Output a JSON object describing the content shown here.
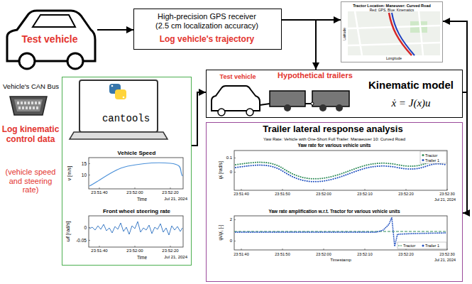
{
  "diagram": {
    "nodes": [
      {
        "text": [
          "Test vehicle"
        ]
      },
      {
        "text": [
          "High-precision GPS receiver (2.5 cm localization accuracy)",
          "Log vehicle's trajectory"
        ]
      },
      {
        "text": [
          "Tractor Location: Maneuver: Curved Road",
          "Red: GPS, Blue: Kinematics"
        ]
      },
      {
        "text": [
          "cantools"
        ]
      },
      {
        "text": [
          "Vehicle Speed"
        ],
        "in": 3
      },
      {
        "text": [
          "Front wheel steering rate"
        ],
        "in": 3
      },
      {
        "text": [
          "Test vehicle",
          "Hypothetical trailers",
          "Kinematic model",
          "ẋ = J(x)u"
        ]
      },
      {
        "text": [
          "Trailer lateral response analysis"
        ]
      },
      {
        "text": [
          "Yaw Rate: Vehicle with One-Short Full Trailer: Manaeuver 10: Curved Road",
          "Yaw rate for various vehicle units"
        ],
        "in": 7
      },
      {
        "text": [
          "Yaw rate amplification w.r.t. Tractor for various vehicle units"
        ],
        "in": 7
      }
    ],
    "edges": [
      {
        "from": 0,
        "to": 1,
        "arrow": "to"
      },
      {
        "from": 1,
        "to": 2,
        "arrow": "to"
      },
      {
        "from": 1,
        "to": 6,
        "arrow": "to"
      },
      {
        "from": 3,
        "to": 6,
        "arrow": "to"
      },
      {
        "from": 6,
        "to": 2,
        "arrow": "to"
      },
      {
        "from": 6,
        "to": 7,
        "arrow": "to"
      }
    ],
    "labels": [
      "Vehicle's CAN Bus",
      "Log kinematic control data",
      "(vehicle speed and steering rate)",
      "Latitude",
      "Longitude",
      "v [m/s]",
      "15",
      "10",
      "23:51:40",
      "23:52:00",
      "23:52:20",
      "Time",
      "Jul 21, 2024",
      "ωf [rad/s]",
      "0",
      "-0.05",
      "23:51:40",
      "23:52:00",
      "23:52:20",
      "Time",
      "Jul 21, 2024",
      "ψ̇ᵢ [rad/s]",
      "0.1",
      "0",
      "23:51:40",
      "23:51:50",
      "23:52:00",
      "23:52:10",
      "23:52:20",
      "23:52:30",
      "Jul 21, 2024",
      "ψ̇ᵢ/ψ̇₁ [-]",
      "2",
      "0",
      "23:51:40",
      "23:51:50",
      "23:52:00",
      "23:52:10",
      "23:52:20",
      "23:52:30",
      "Timestamp",
      "Jul 21, 2024"
    ],
    "legend": [
      {
        "text": "Tractor"
      },
      {
        "text": "Trailer 1"
      },
      {
        "text": "Tractor"
      },
      {
        "text": "Trailer 1"
      }
    ]
  }
}
